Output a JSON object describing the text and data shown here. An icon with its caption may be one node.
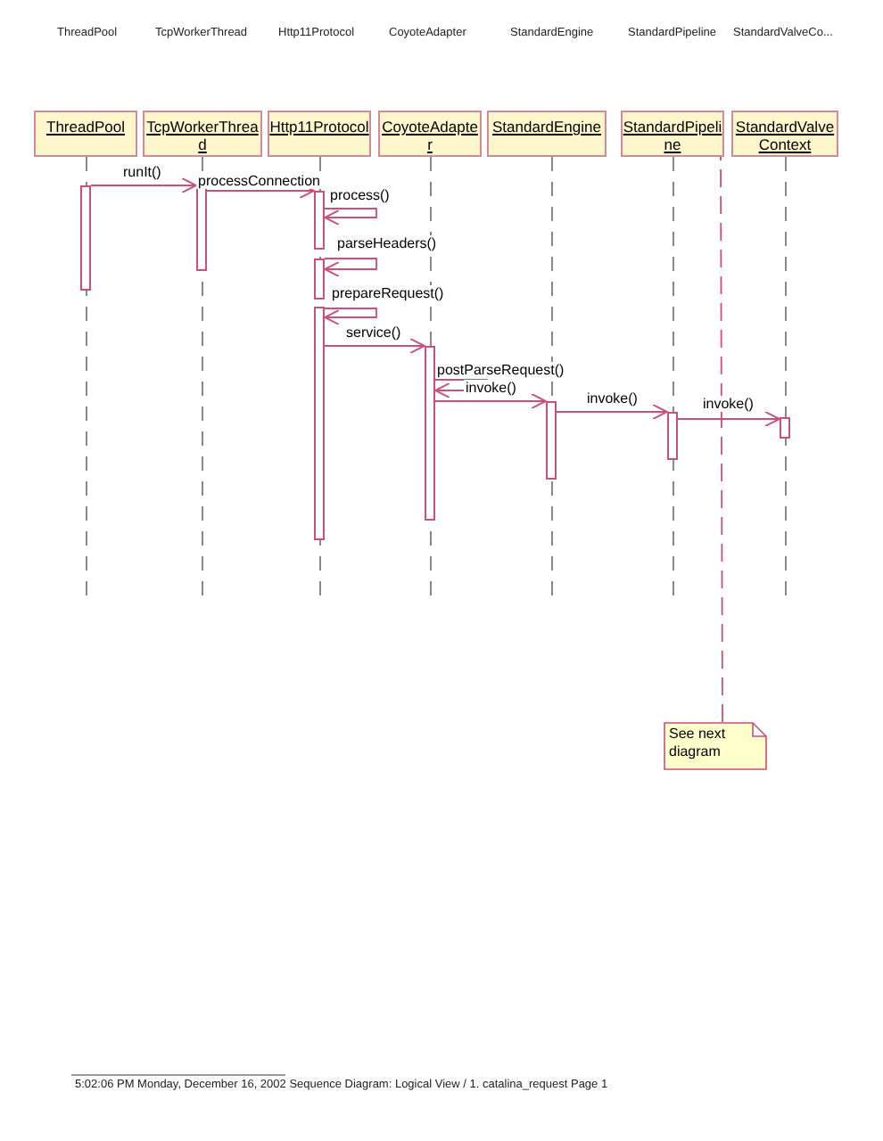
{
  "diagram": {
    "nodes": [
      {
        "text": [
          "ThreadPool"
        ]
      },
      {
        "text": [
          "TcpWorkerThread"
        ]
      },
      {
        "text": [
          "Http11Protocol"
        ]
      },
      {
        "text": [
          "CoyoteAdapter"
        ]
      },
      {
        "text": [
          "StandardEngine"
        ]
      },
      {
        "text": [
          "StandardPipeline"
        ]
      },
      {
        "text": [
          "StandardValveContext"
        ]
      },
      {
        "text": [
          "See next diagram"
        ]
      }
    ],
    "edges": [
      {
        "from": 0,
        "to": 1,
        "arrow": "to",
        "label": "runIt()"
      },
      {
        "from": 1,
        "to": 2,
        "arrow": "to",
        "label": "processConnection"
      },
      {
        "from": 2,
        "to": 2,
        "arrow": "to",
        "label": "process()"
      },
      {
        "from": 2,
        "to": 2,
        "arrow": "to",
        "label": "parseHeaders()"
      },
      {
        "from": 2,
        "to": 2,
        "arrow": "to",
        "label": "prepareRequest()"
      },
      {
        "from": 2,
        "to": 3,
        "arrow": "to",
        "label": "service()"
      },
      {
        "from": 3,
        "to": 3,
        "arrow": "to",
        "label": "postParseRequest()"
      },
      {
        "from": 3,
        "to": 4,
        "arrow": "to",
        "label": "invoke()"
      },
      {
        "from": 4,
        "to": 5,
        "arrow": "to",
        "label": "invoke()"
      },
      {
        "from": 5,
        "to": 6,
        "arrow": "to",
        "label": "invoke()"
      },
      {
        "from": 7,
        "to": 5,
        "arrow": "none",
        "style": "dashed"
      }
    ],
    "labels": [
      "ThreadPool",
      "TcpWorkerThread",
      "Http11Protocol",
      "CoyoteAdapter",
      "StandardEngine",
      "StandardPipeline",
      "StandardValveCo...",
      "5:02:06 PM Monday, December 16, 2002 Sequence Diagram: Logical View / 1. catalina_request Page 1"
    ]
  }
}
